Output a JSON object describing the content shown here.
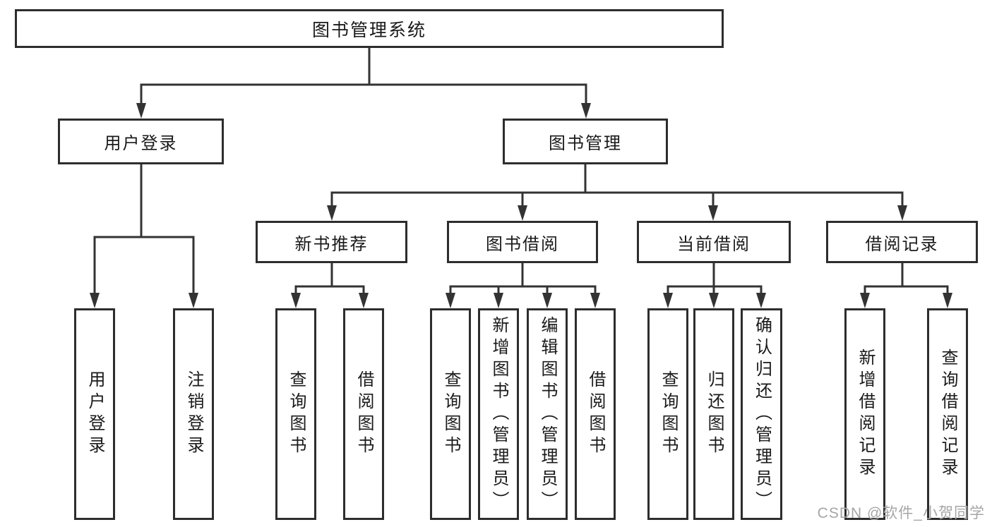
{
  "nodes": {
    "root": {
      "label": "图书管理系统"
    },
    "user_login": {
      "label": "用户登录"
    },
    "book_mgmt": {
      "label": "图书管理"
    },
    "new_books": {
      "label": "新书推荐"
    },
    "book_borrow": {
      "label": "图书借阅"
    },
    "current_borrow": {
      "label": "当前借阅"
    },
    "borrow_records": {
      "label": "借阅记录"
    },
    "leaf_user_login": {
      "label": "用户登录"
    },
    "leaf_logout": {
      "label": "注销登录"
    },
    "leaf_query_books_nb": {
      "label": "查询图书"
    },
    "leaf_borrow_books_nb": {
      "label": "借阅图书"
    },
    "leaf_query_books_bb": {
      "label": "查询图书"
    },
    "leaf_add_books": {
      "label": "新增图书（管理员）"
    },
    "leaf_edit_books": {
      "label": "编辑图书（管理员）"
    },
    "leaf_borrow_books_bb": {
      "label": "借阅图书"
    },
    "leaf_query_books_cb": {
      "label": "查询图书"
    },
    "leaf_return_books": {
      "label": "归还图书"
    },
    "leaf_confirm_return": {
      "label": "确认归还（管理员）"
    },
    "leaf_add_record": {
      "label": "新增借阅记录"
    },
    "leaf_query_record": {
      "label": "查询借阅记录"
    }
  },
  "watermark": {
    "text": "CSDN @软件_小贺同学"
  },
  "colors": {
    "line": "#333333",
    "border": "#2d2d2d",
    "text": "#1a1a1a",
    "watermark": "#a6a6a6",
    "background": "#ffffff"
  }
}
